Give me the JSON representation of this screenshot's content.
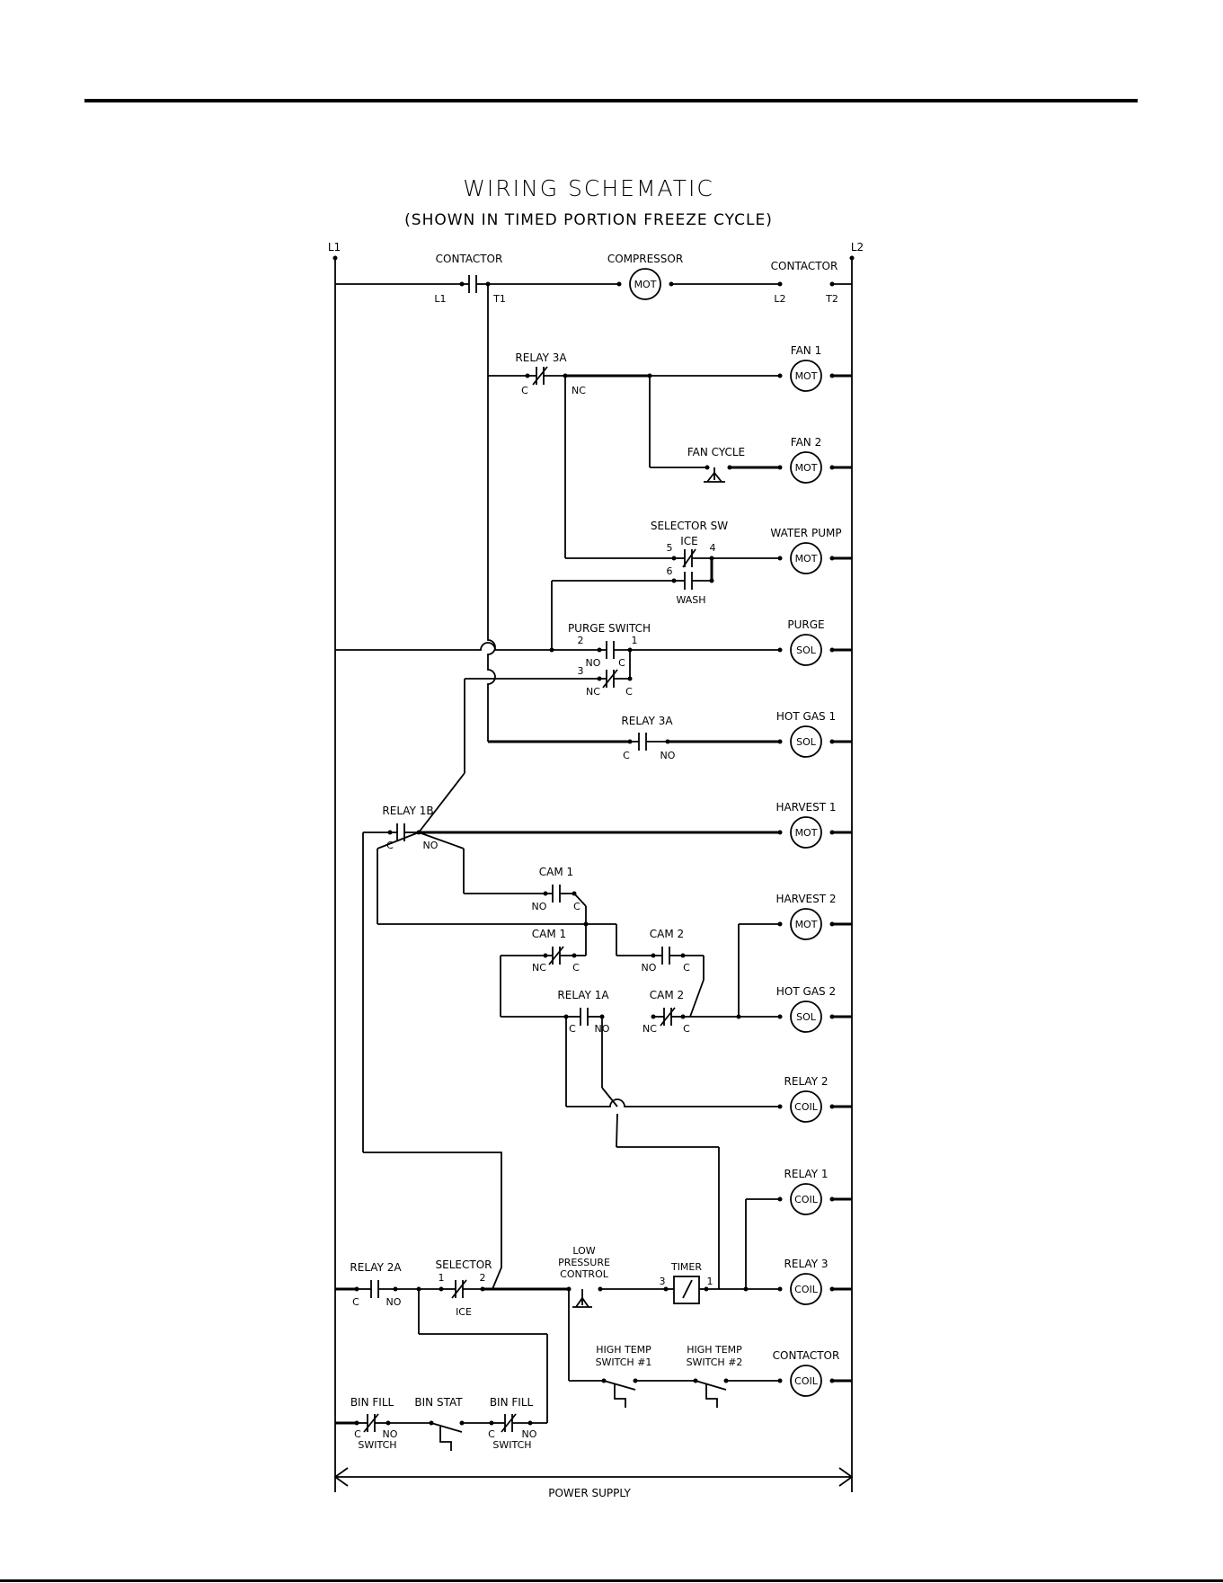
{
  "title": "WIRING SCHEMATIC",
  "subtitle": "(SHOWN IN TIMED PORTION FREEZE CYCLE)",
  "rails": {
    "left": "L1",
    "right": "L2",
    "bottom": "POWER SUPPLY"
  },
  "loads": [
    {
      "name": "COMPRESSOR",
      "type": "MOT"
    },
    {
      "name": "FAN 1",
      "type": "MOT"
    },
    {
      "name": "FAN 2",
      "type": "MOT"
    },
    {
      "name": "WATER PUMP",
      "type": "MOT"
    },
    {
      "name": "PURGE",
      "type": "SOL"
    },
    {
      "name": "HOT GAS 1",
      "type": "SOL"
    },
    {
      "name": "HARVEST 1",
      "type": "MOT"
    },
    {
      "name": "HARVEST 2",
      "type": "MOT"
    },
    {
      "name": "HOT GAS 2",
      "type": "SOL"
    },
    {
      "name": "RELAY 2",
      "type": "COIL"
    },
    {
      "name": "RELAY 1",
      "type": "COIL"
    },
    {
      "name": "RELAY 3",
      "type": "COIL"
    },
    {
      "name": "CONTACTOR",
      "type": "COIL"
    }
  ],
  "devices": {
    "contactor_main": {
      "label": "CONTACTOR",
      "t_left": "L1",
      "t_right": "T1"
    },
    "contactor_l2": {
      "label": "CONTACTOR",
      "t_left": "L2",
      "t_right": "T2"
    },
    "relay_3a_nc": {
      "label": "RELAY 3A",
      "c": "C",
      "nc": "NC"
    },
    "fan_cycle": {
      "label": "FAN CYCLE"
    },
    "selector_sw": {
      "label": "SELECTOR SW",
      "pos_top": "ICE",
      "pos_bottom": "WASH",
      "t5": "5",
      "t4": "4",
      "t6": "6"
    },
    "purge_switch": {
      "label": "PURGE SWITCH",
      "t2": "2",
      "t1": "1",
      "t3": "3",
      "no": "NO",
      "nc": "NC",
      "c1": "C",
      "c2": "C"
    },
    "relay_3a_no": {
      "label": "RELAY 3A",
      "c": "C",
      "no": "NO"
    },
    "relay_1b": {
      "label": "RELAY 1B",
      "c": "C",
      "no": "NO"
    },
    "cam_1_no": {
      "label": "CAM 1",
      "no": "NO",
      "c": "C"
    },
    "cam_1_nc": {
      "label": "CAM 1",
      "nc": "NC",
      "c": "C"
    },
    "cam_2_no": {
      "label": "CAM 2",
      "no": "NO",
      "c": "C"
    },
    "relay_1a": {
      "label": "RELAY 1A",
      "c": "C",
      "no": "NO"
    },
    "cam_2_nc": {
      "label": "CAM 2",
      "nc": "NC",
      "c": "C"
    },
    "relay_2a": {
      "label": "RELAY 2A",
      "c": "C",
      "no": "NO"
    },
    "selector": {
      "label": "SELECTOR",
      "t1": "1",
      "t2": "2",
      "pos": "ICE"
    },
    "low_pressure": {
      "line1": "LOW",
      "line2": "PRESSURE",
      "line3": "CONTROL"
    },
    "timer": {
      "label": "TIMER",
      "t3": "3",
      "t1": "1"
    },
    "high_temp_1": {
      "line1": "HIGH TEMP",
      "line2": "SWITCH #1"
    },
    "high_temp_2": {
      "line1": "HIGH TEMP",
      "line2": "SWITCH #2"
    },
    "bin_fill_1": {
      "label": "BIN FILL",
      "c": "C",
      "no": "NO",
      "sub": "SWITCH"
    },
    "bin_stat": {
      "label": "BIN STAT"
    },
    "bin_fill_2": {
      "label": "BIN FILL",
      "c": "C",
      "no": "NO",
      "sub": "SWITCH"
    }
  }
}
